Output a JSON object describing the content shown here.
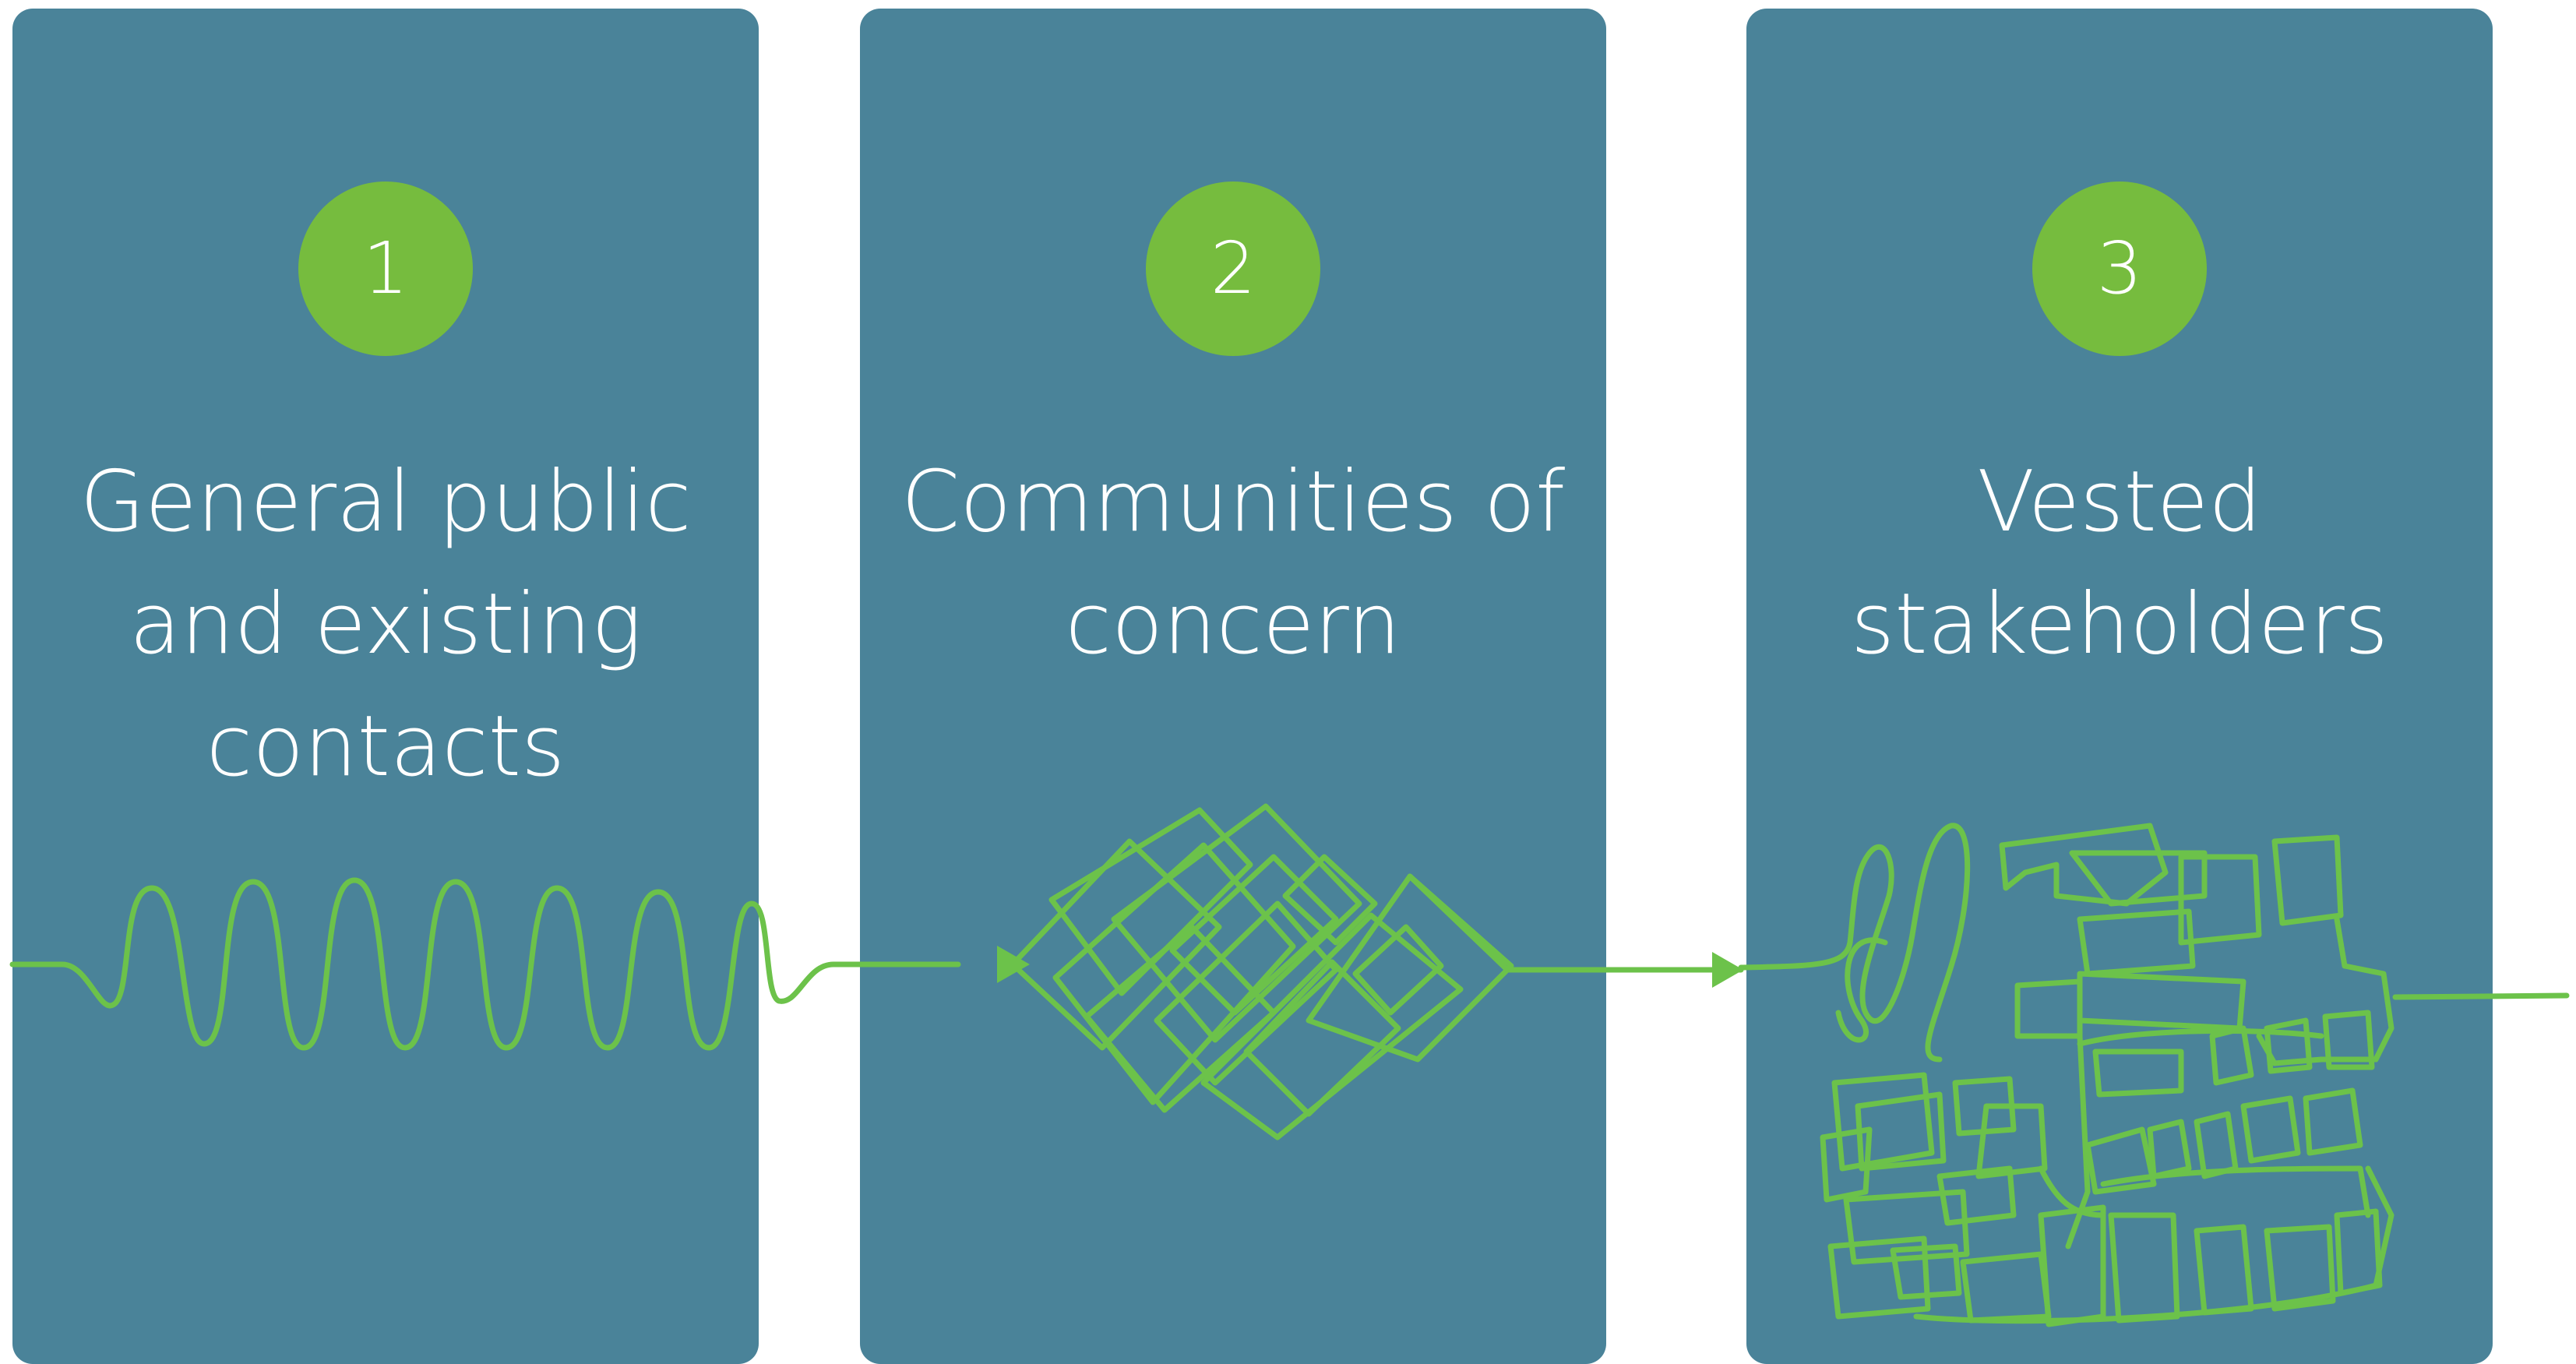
{
  "steps": [
    {
      "number": "1",
      "label": "General public\nand existing\ncontacts"
    },
    {
      "number": "2",
      "label": "Communities of\nconcern"
    },
    {
      "number": "3",
      "label": "Vested\nstakeholders"
    }
  ],
  "colors": {
    "panel": "#4a8399",
    "accent_green": "#76bc3e",
    "line_green": "#6cc24a",
    "text": "#ffffff"
  }
}
